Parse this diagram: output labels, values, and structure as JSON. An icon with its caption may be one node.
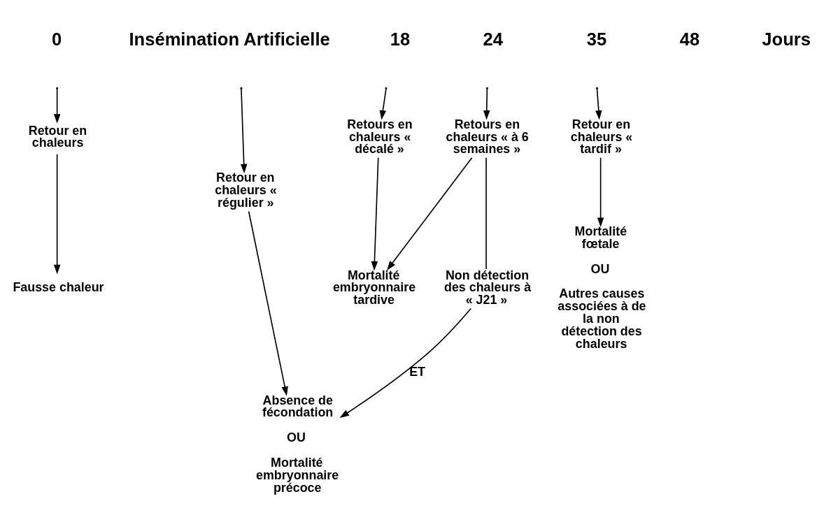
{
  "diagram": {
    "nodes": [
      {
        "text": [
          "Retour en chaleurs"
        ]
      },
      {
        "text": [
          "Retour en chaleurs « régulier »"
        ]
      },
      {
        "text": [
          "Retours en chaleurs « décalé »"
        ]
      },
      {
        "text": [
          "Retours en chaleurs « à 6 semaines »"
        ]
      },
      {
        "text": [
          "Retour en chaleurs « tardif »"
        ]
      },
      {
        "text": [
          "Fausse chaleur"
        ]
      },
      {
        "text": [
          "Absence de fécondation",
          "OU",
          "Mortalité embryonnaire précoce"
        ]
      },
      {
        "text": [
          "Mortalité embryonnaire tardive"
        ]
      },
      {
        "text": [
          "Non détection des chaleurs à « J21 »"
        ]
      },
      {
        "text": [
          "Mortalité fœtale",
          "OU",
          "Autres causes associées à de la non détection des chaleurs"
        ]
      }
    ],
    "edges": [
      {
        "from": null,
        "to": 0,
        "arrow": "to"
      },
      {
        "from": null,
        "to": 1,
        "arrow": "to"
      },
      {
        "from": null,
        "to": 2,
        "arrow": "to"
      },
      {
        "from": null,
        "to": 3,
        "arrow": "to"
      },
      {
        "from": null,
        "to": 4,
        "arrow": "to"
      },
      {
        "from": 0,
        "to": 5,
        "arrow": "to"
      },
      {
        "from": 1,
        "to": 6,
        "arrow": "to"
      },
      {
        "from": 2,
        "to": 7,
        "arrow": "to"
      },
      {
        "from": 3,
        "to": 7,
        "arrow": "to"
      },
      {
        "from": 3,
        "to": 8,
        "arrow": "none"
      },
      {
        "from": 8,
        "to": 6,
        "arrow": "to",
        "label": "ET"
      },
      {
        "from": 4,
        "to": 9,
        "arrow": "to"
      }
    ],
    "labels": [
      "0",
      "Insémination Artificielle",
      "18",
      "24",
      "35",
      "48",
      "Jours"
    ]
  }
}
